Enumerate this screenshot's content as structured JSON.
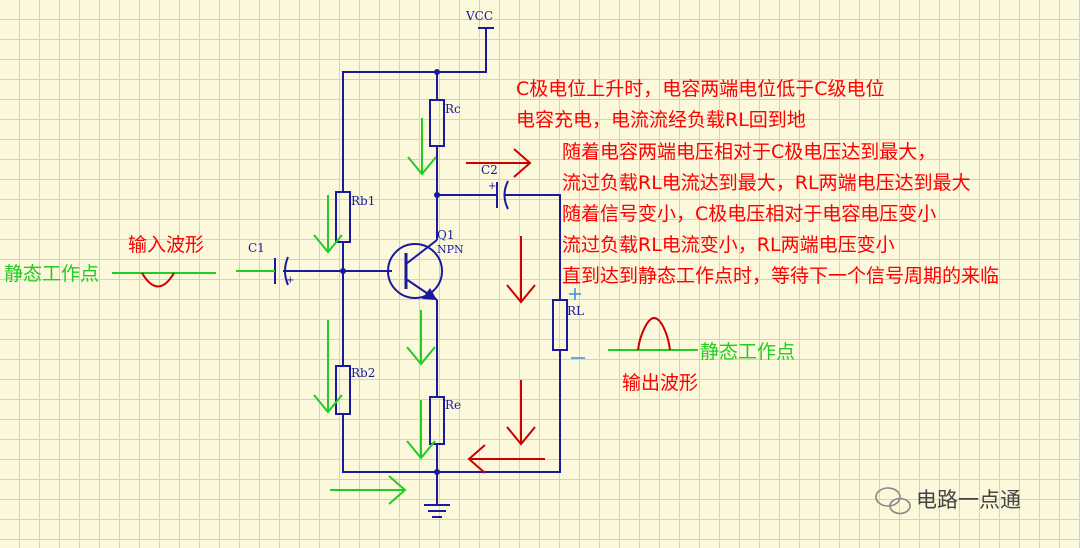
{
  "labels": {
    "vcc": "VCC",
    "rc": "Rc",
    "rb1": "Rb1",
    "rb2": "Rb2",
    "re": "Re",
    "rl": "RL",
    "c1": "C1",
    "c2": "C2",
    "q1": "Q1",
    "npn": "NPN",
    "plus": "+",
    "minus": "—"
  },
  "input": {
    "title": "输入波形",
    "quiescent": "静态工作点"
  },
  "output": {
    "title": "输出波形",
    "quiescent": "静态工作点"
  },
  "annotations": [
    "C极电位上升时，电容两端电位低于C级电位",
    "电容充电，电流流经负载RL回到地",
    "随着电容两端电压相对于C极电压达到最大，",
    "流过负载RL电流达到最大，RL两端电压达到最大",
    "随着信号变小，C极电压相对于电容电压变小",
    "流过负载RL电流变小，RL两端电压变小",
    "直到达到静态工作点时，等待下一个信号周期的来临"
  ],
  "watermark": "电路一点通",
  "colors": {
    "wire": "#1a1aa0",
    "current_in": "#22cc22",
    "current_out": "#cc0000",
    "text": "#ff0000"
  }
}
